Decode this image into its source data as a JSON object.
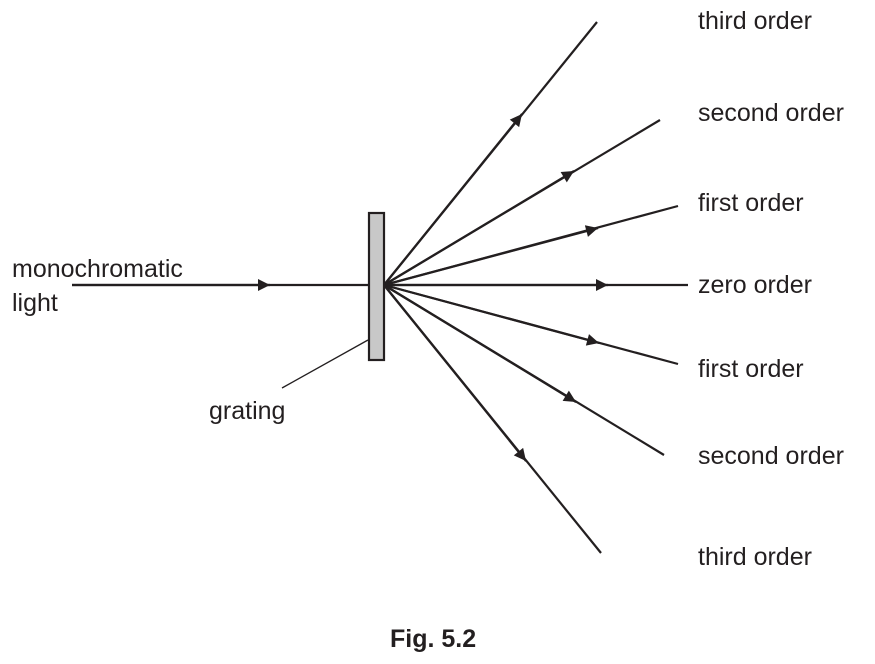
{
  "incident_label": {
    "line1": "monochromatic",
    "line2": "light"
  },
  "grating_label": "grating",
  "orders": [
    "third order",
    "second order",
    "first order",
    "zero order",
    "first order",
    "second order",
    "third order"
  ],
  "caption": "Fig. 5.2",
  "colors": {
    "ink": "#231f20",
    "grating_fill": "#c8c8c8"
  }
}
